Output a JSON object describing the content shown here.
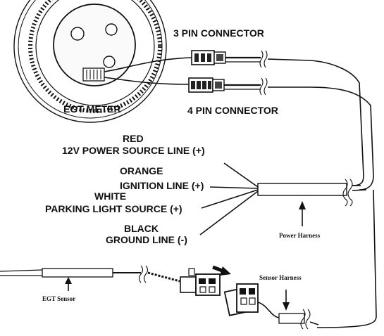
{
  "labels": {
    "three_pin_connector": "3 PIN CONNECTOR",
    "four_pin_connector": "4 PIN CONNECTOR",
    "egt_meter": "EGT METER",
    "red": "RED",
    "power_source_line": "12V POWER SOURCE LINE (+)",
    "orange": "ORANGE",
    "ignition_line": "IGNITION LINE (+)",
    "white": "WHITE",
    "parking_light_line": "PARKING LIGHT SOURCE (+)",
    "black": "BLACK",
    "ground_line": "GROUND LINE (-)",
    "power_harness": "Power Harness",
    "sensor_harness": "Sensor Harness",
    "egt_sensor": "EGT Sensor"
  }
}
